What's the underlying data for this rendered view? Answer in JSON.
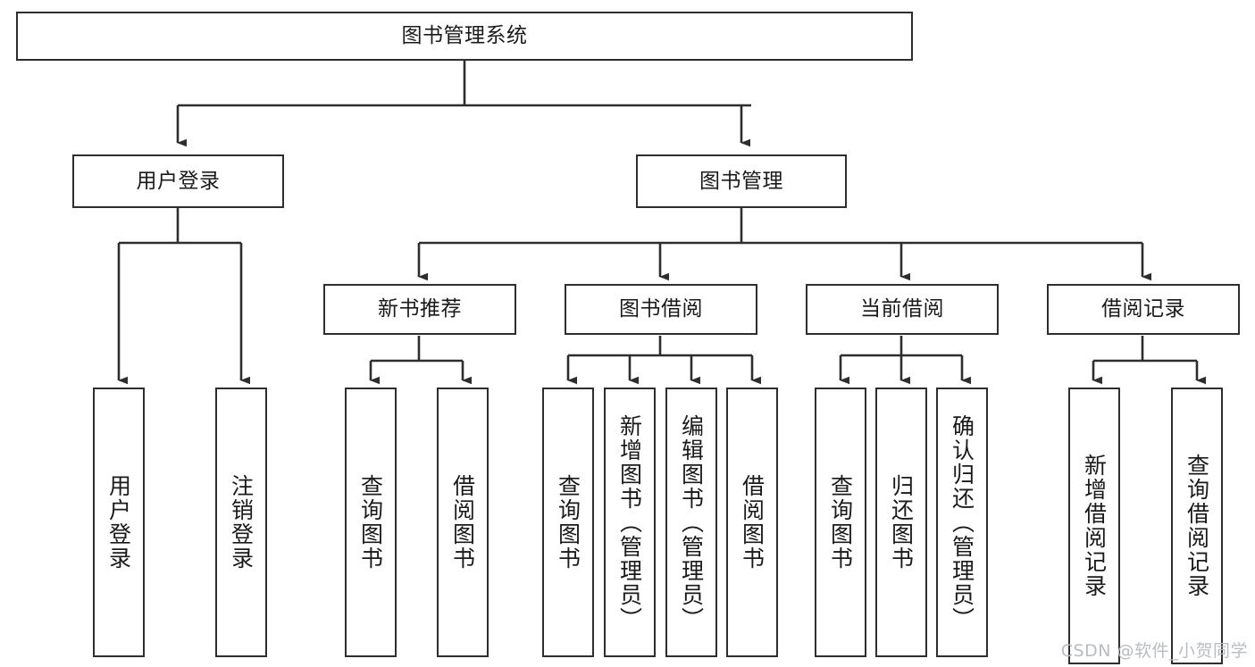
{
  "diagram": {
    "title": "图书管理系统",
    "watermark": "CSDN @软件_小贺同学",
    "stroke_color": "#2e2e2e",
    "fill_color": "#ffffff",
    "text_color": "#1a1a1a",
    "watermark_color": "#b9bcc0",
    "background": "#ffffff"
  },
  "nodes": {
    "root": {
      "label": "图书管理系统"
    },
    "level1": [
      {
        "label": "用户登录"
      },
      {
        "label": "图书管理"
      }
    ],
    "level2": [
      {
        "label": "新书推荐"
      },
      {
        "label": "图书借阅"
      },
      {
        "label": "当前借阅"
      },
      {
        "label": "借阅记录"
      }
    ],
    "leaves": {
      "user_login": [
        {
          "label": "用户登录"
        },
        {
          "label": "注销登录"
        }
      ],
      "new_book_recommend": [
        {
          "label": "查询图书"
        },
        {
          "label": "借阅图书"
        }
      ],
      "book_borrow": [
        {
          "label": "查询图书"
        },
        {
          "label": "新增图书（管理员）"
        },
        {
          "label": "编辑图书（管理员）"
        },
        {
          "label": "借阅图书"
        }
      ],
      "current_borrow": [
        {
          "label": "查询图书"
        },
        {
          "label": "归还图书"
        },
        {
          "label": "确认归还（管理员）"
        }
      ],
      "borrow_record": [
        {
          "label": "新增借阅记录"
        },
        {
          "label": "查询借阅记录"
        }
      ]
    }
  }
}
